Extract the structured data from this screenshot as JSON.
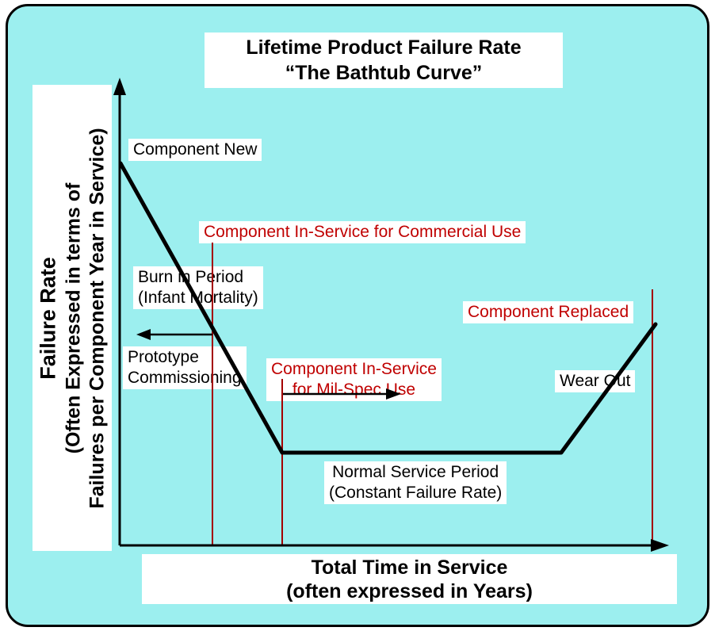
{
  "title": {
    "line1": "Lifetime Product Failure Rate",
    "line2": "“The Bathtub Curve”"
  },
  "y_axis": {
    "line1": "Failure Rate",
    "line2": "(Often Expressed in terms of",
    "line3": "Failures per Component Year in Service)"
  },
  "x_axis": {
    "line1": "Total Time in Service",
    "line2": "(often expressed in Years)"
  },
  "labels": {
    "component_new": "Component New",
    "commercial_use": "Component In-Service for Commercial Use",
    "burn_in_line1": "Burn in Period",
    "burn_in_line2": "(Infant Mortality)",
    "prototype_line1": "Prototype",
    "prototype_line2": "Commissioning",
    "mil_spec_line1": "Component In-Service",
    "mil_spec_line2": "for Mil-Spec Use",
    "component_replaced": "Component Replaced",
    "wear_out": "Wear Out",
    "normal_service_line1": "Normal Service Period",
    "normal_service_line2": "(Constant Failure Rate)"
  },
  "colors": {
    "background_cyan": "#9CEFEF",
    "annotation_red": "#C00000",
    "marker_line_red": "#A40000",
    "curve_black": "#000000",
    "label_background": "#FFFFFF"
  }
}
